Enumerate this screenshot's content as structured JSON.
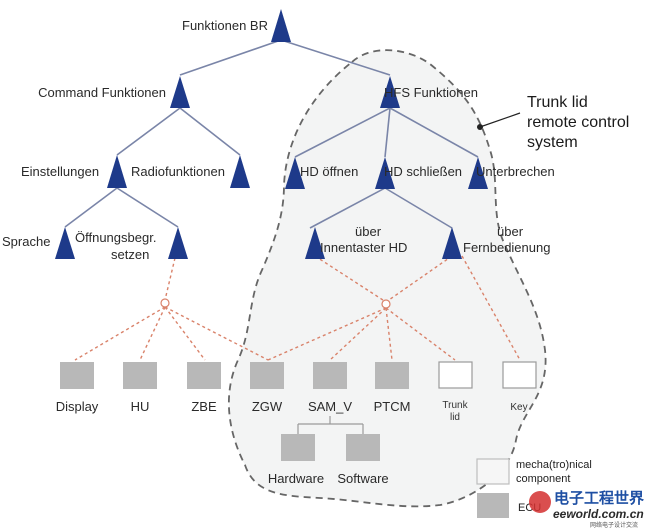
{
  "functions": {
    "root": "Funktionen BR",
    "command": "Command Funktionen",
    "hfs": "HFS Funktionen",
    "einstellungen": "Einstellungen",
    "radio": "Radiofunktionen",
    "hd_oeffnen": "HD öffnen",
    "hd_schliessen": "HD schließen",
    "unterbrechen": "Unterbrechen",
    "sprache": "Sprache",
    "oeffnungsbegr_1": "Öffnungsbegr.",
    "oeffnungsbegr_2": "setzen",
    "ueber_innen_1": "über",
    "ueber_innen_2": "Innentaster HD",
    "ueber_fern_1": "über",
    "ueber_fern_2": "Fernbedienung"
  },
  "components": {
    "display": "Display",
    "hu": "HU",
    "zbe": "ZBE",
    "zgw": "ZGW",
    "sam_v": "SAM_V",
    "ptcm": "PTCM",
    "trunk_lid_1": "Trunk",
    "trunk_lid_2": "lid",
    "key": "Key",
    "hardware": "Hardware",
    "software": "Software"
  },
  "annotation": {
    "line1": "Trunk lid",
    "line2": "remote control",
    "line3": "system"
  },
  "legend": {
    "mechatronic_1": "mecha(tro)nical",
    "mechatronic_2": "component",
    "ecu": "ECU"
  },
  "watermark": {
    "cn": "电子工程世界",
    "en": "eeworld.com.cn",
    "sub": "网络电子设计交流"
  },
  "colors": {
    "triangle": "#1e3a8a",
    "tree_line": "#7a85a8",
    "dashed_red": "#d9826a",
    "ecu_fill": "#b8b8b8",
    "boundary": "#666666",
    "boundary_fill": "#f3f4f4"
  }
}
